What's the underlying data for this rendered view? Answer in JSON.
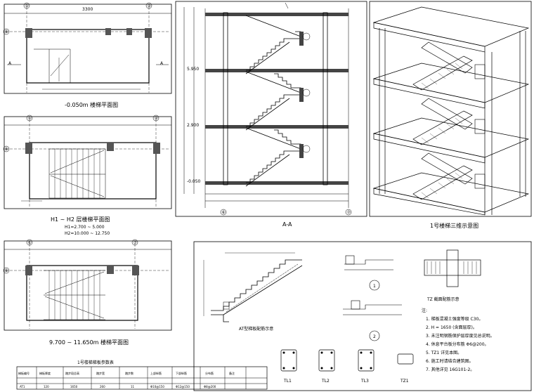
{
  "titles": {
    "plan1": "-0.050m 楼梯平面图",
    "plan2_line1": "H1 ~ H2 层楼梯平面图",
    "plan2_line2": "H1=2.700 ~ 5.000",
    "plan2_line3": "H2=10.000 ~ 12.750",
    "plan3": "9.700 ~ 11.650m 楼梯平面图",
    "section": "A-A",
    "view3d": "1号楼梯三维示意图",
    "stair_detail": "AT型梯板配筋示意",
    "table_title": "1号楼梯梯板参数表",
    "tz_title": "TZ 截面配筋示意"
  },
  "grid_labels": {
    "plan1_top": [
      "①",
      "②"
    ],
    "plan1_left": "⑧",
    "plan2_top": [
      "①",
      "②"
    ],
    "plan2_left": "⑧",
    "plan3_top": [
      "⑥",
      "⑦"
    ],
    "plan3_left": "⑧",
    "section_bottom": [
      "⑥",
      "⑦"
    ],
    "section_marker": "A",
    "circle_details": [
      "1",
      "2"
    ]
  },
  "beam_labels": [
    "TL1",
    "TL2",
    "TL3",
    "TZ1"
  ],
  "notes": {
    "title": "注:",
    "lines": [
      "1. 梯板混凝土强度等级 C30。",
      "2. H = 1650 (含面层厚)。",
      "3. 未注明钢筋保护层厚度见总说明。",
      "4. 休息平台板分布筋 Φ6@200。",
      "5. TZ1 详见本图。",
      "6. 施工时请结合建筑图。",
      "7. 其他详见 16G101-2。"
    ]
  },
  "table": {
    "headers": [
      "梯板编号",
      "梯板厚度",
      "踏步段总高",
      "踏步宽",
      "踏步数",
      "上部纵筋",
      "下部纵筋",
      "分布筋",
      "备注"
    ],
    "row": [
      "AT1",
      "120",
      "1650",
      "260",
      "11",
      "Φ10@150",
      "Φ12@150",
      "Φ8@200",
      ""
    ]
  },
  "dimension_text": {
    "plan_width": "3300",
    "section_level_marks": [
      "5.950",
      "2.900",
      "-0.050"
    ]
  }
}
